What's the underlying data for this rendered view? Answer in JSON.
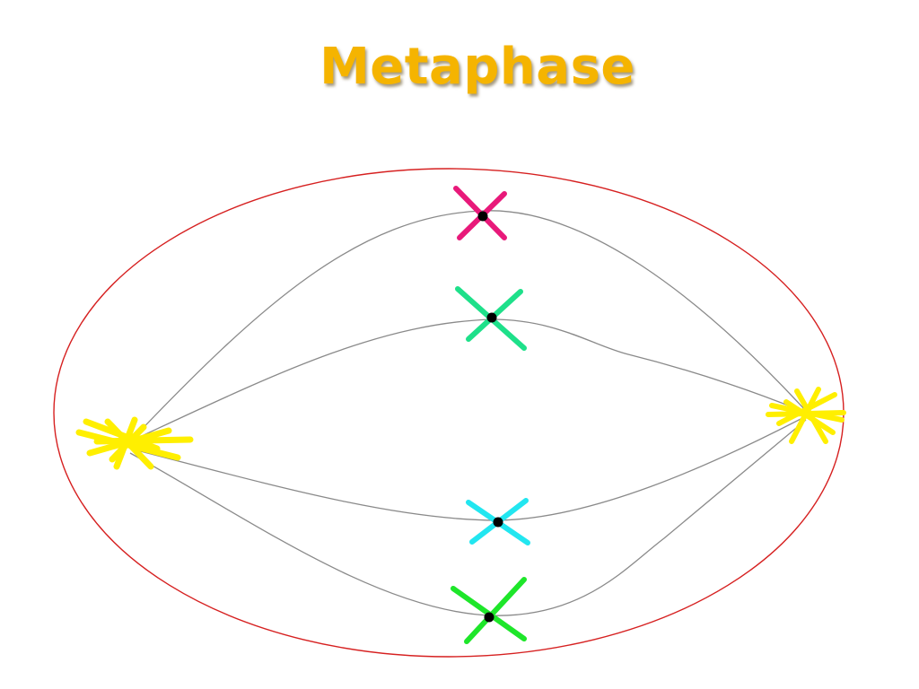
{
  "slide": {
    "title": "Metaphase"
  },
  "colors": {
    "title": "#f5b400",
    "cell_membrane": "#d62020",
    "spindle_fiber": "#8a8a8a",
    "centrosome": "#ffef00",
    "centromere": "#000000",
    "chromosomes": [
      "#e8197a",
      "#1ee08a",
      "#22e6f0",
      "#1ee62a"
    ]
  },
  "icons": {
    "centrosome": "star-burst",
    "chromosome": "x-shape"
  }
}
